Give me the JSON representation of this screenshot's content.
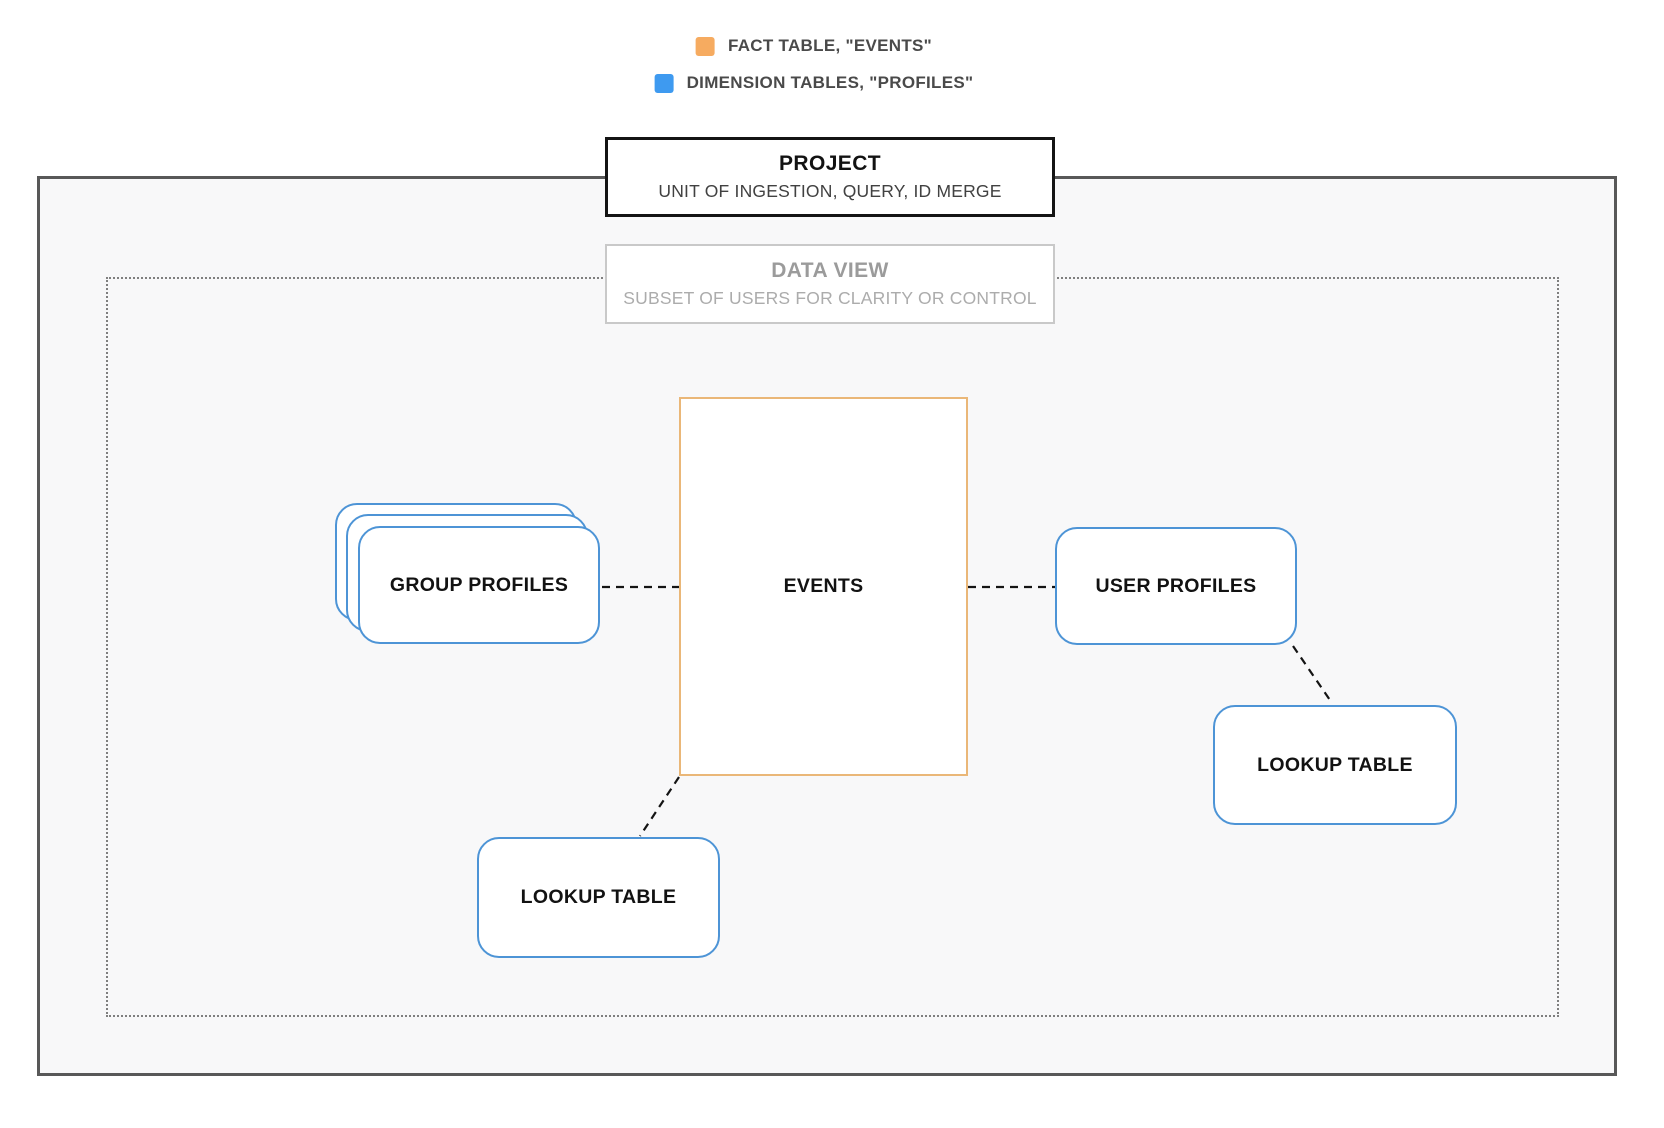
{
  "legend": {
    "items": [
      {
        "name": "fact-table",
        "label": "FACT TABLE, \"EVENTS\"",
        "color": "#f6ab60"
      },
      {
        "name": "dimension-tables",
        "label": "DIMENSION TABLES, \"PROFILES\"",
        "color": "#3e9af0"
      }
    ]
  },
  "project": {
    "title": "PROJECT",
    "subtitle": "UNIT OF INGESTION, QUERY, ID MERGE"
  },
  "data_view": {
    "title": "DATA VIEW",
    "subtitle": "SUBSET OF USERS FOR CLARITY OR CONTROL"
  },
  "nodes": {
    "events": {
      "label": "EVENTS",
      "type": "fact"
    },
    "group_profiles": {
      "label": "GROUP PROFILES",
      "type": "dimension",
      "stacked": true
    },
    "user_profiles": {
      "label": "USER PROFILES",
      "type": "dimension"
    },
    "lookup_table_right": {
      "label": "LOOKUP TABLE",
      "type": "dimension"
    },
    "lookup_table_bottom": {
      "label": "LOOKUP TABLE",
      "type": "dimension"
    }
  },
  "connections": [
    {
      "from": "group_profiles",
      "to": "events",
      "style": "dashed"
    },
    {
      "from": "events",
      "to": "user_profiles",
      "style": "dashed"
    },
    {
      "from": "user_profiles",
      "to": "lookup_table_right",
      "style": "dashed"
    },
    {
      "from": "events",
      "to": "lookup_table_bottom",
      "style": "dashed"
    }
  ],
  "colors": {
    "fact_accent": "#f6ab60",
    "dimension_accent": "#3e9af0",
    "fact_border": "#eab778",
    "dimension_border": "#4d94d6",
    "project_border": "#141414",
    "boundary_border": "#585858",
    "boundary_fill": "#f8f8f9",
    "dotted_border": "#7f7f7f",
    "connector": "#141414"
  }
}
